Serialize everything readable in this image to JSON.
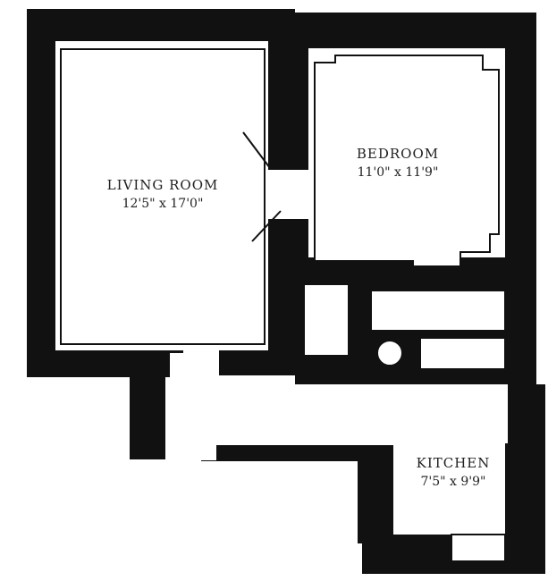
{
  "rooms": {
    "living_room": {
      "name": "LIVING ROOM",
      "dimensions": "12'5\" x 17'0\""
    },
    "bedroom": {
      "name": "BEDROOM",
      "dimensions": "11'0\" x 11'9\""
    },
    "kitchen": {
      "name": "KITCHEN",
      "dimensions": "7'5\" x 9'9\""
    }
  },
  "colors": {
    "wall": "#111111",
    "floor": "#ffffff"
  }
}
